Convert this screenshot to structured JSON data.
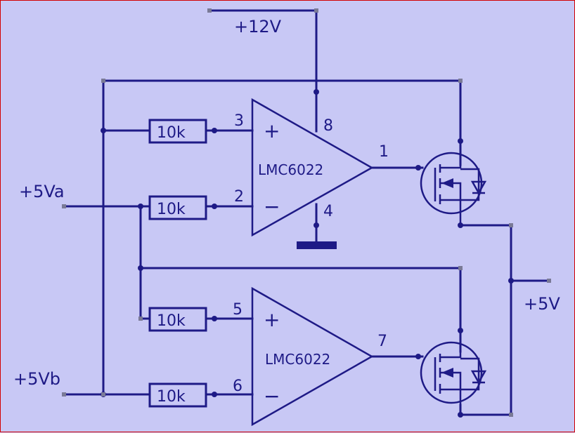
{
  "labels": {
    "vcc": "+12V",
    "in_a": "+5Va",
    "in_b": "+5Vb",
    "out": "+5V"
  },
  "opamps": [
    {
      "name": "LMC6022",
      "pin_plus": "3",
      "pin_minus": "2",
      "pin_out": "1",
      "pin_vcc": "8",
      "pin_gnd": "4",
      "plus_sign": "+",
      "minus_sign": "−"
    },
    {
      "name": "LMC6022",
      "pin_plus": "5",
      "pin_minus": "6",
      "pin_out": "7",
      "plus_sign": "+",
      "minus_sign": "−"
    }
  ],
  "resistors": [
    "10k",
    "10k",
    "10k",
    "10k"
  ],
  "colors": {
    "background": "#c8c8f5",
    "wire": "#1e1a86",
    "border": "#d40000",
    "endpoint": "#7a7a96"
  }
}
